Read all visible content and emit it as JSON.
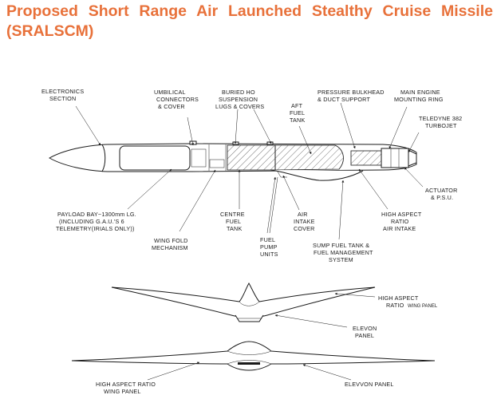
{
  "title": "Proposed Short Range Air Launched Stealthy Cruise Missile (SRALSCM)",
  "labels": {
    "electronics": [
      "ELECTRONICS",
      "SECTION"
    ],
    "umbilical": [
      "UMBILICAL",
      "CONNECTORS",
      "& COVER"
    ],
    "buried": [
      "BURIED HO",
      "SUSPENSION",
      "LUGS & COVERS"
    ],
    "aft_tank": [
      "AFT",
      "FUEL",
      "TANK"
    ],
    "pressure": [
      "PRESSURE BULKHEAD",
      "& DUCT SUPPORT"
    ],
    "main_engine": [
      "MAIN ENGINE",
      "MOUNTING RING"
    ],
    "teledyne": [
      "TELEDYNE 382",
      "TURBOJET"
    ],
    "actuator": [
      "ACTUATOR",
      "& P.S.U."
    ],
    "high_aspect_intake": [
      "HIGH ASPECT",
      "RATIO",
      "AIR INTAKE"
    ],
    "payload": [
      "PAYLOAD BAY~1300mm LG.",
      "(INCLUDING G.A.U.'S 6",
      "TELEMETRY(IRIALS ONLY))"
    ],
    "centre_tank": [
      "CENTRE",
      "FUEL",
      "TANK"
    ],
    "air_intake_cover": [
      "AIR",
      "INTAKE",
      "COVER"
    ],
    "wing_fold": [
      "WING FOLD",
      "MECHANISM"
    ],
    "fuel_pump": [
      "FUEL",
      "PUMP",
      "UNITS"
    ],
    "sump": [
      "SUMP FUEL TANK &",
      "FUEL MANAGEMENT",
      "SYSTEM"
    ],
    "wing_panel_top": [
      "HIGH ASPECT",
      "RATIO"
    ],
    "wing_panel_top_small": "WING PANEL",
    "elevon_top": [
      "ELEVON",
      "PANEL"
    ],
    "wing_panel_bottom": [
      "HIGH ASPECT RATIO",
      "WING PANEL"
    ],
    "elevon_bottom": "ELEVVON PANEL"
  }
}
